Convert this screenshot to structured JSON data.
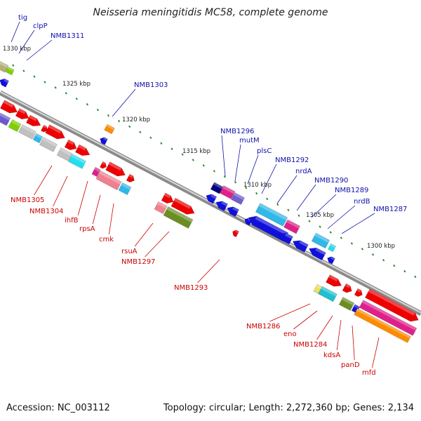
{
  "title": "Neisseria meningitidis MC58, complete genome",
  "accession": "Accession: NC_003112",
  "topology": "Topology: circular; Length: 2,272,360 bp; Genes: 2,134",
  "colors": {
    "forward": "#ee0000",
    "reverse": "#1010dd",
    "backbone": "#8a8a8a",
    "ruler": "#2e8b2e",
    "forward_label": "#cc0000",
    "reverse_label": "#1010aa"
  },
  "ruler_ticks": [
    "1330 kbp",
    "1325 kbp",
    "1320 kbp",
    "1315 kbp",
    "1310 kbp",
    "1305 kbp",
    "1300 kbp"
  ],
  "gene_labels": {
    "forward_strand": [
      "NMB1305",
      "NMB1304",
      "ihfB",
      "rpsA",
      "cmk",
      "rsuA",
      "NMB1297",
      "NMB1293",
      "NMB1286",
      "eno",
      "NMB1284",
      "kdsA",
      "panD",
      "mfd"
    ],
    "reverse_strand": [
      "tig",
      "clpP",
      "NMB1311",
      "NMB1303",
      "NMB1296",
      "mutM",
      "plsC",
      "NMB1292",
      "nrdA",
      "NMB1290",
      "NMB1289",
      "nrdB",
      "NMB1287"
    ]
  }
}
